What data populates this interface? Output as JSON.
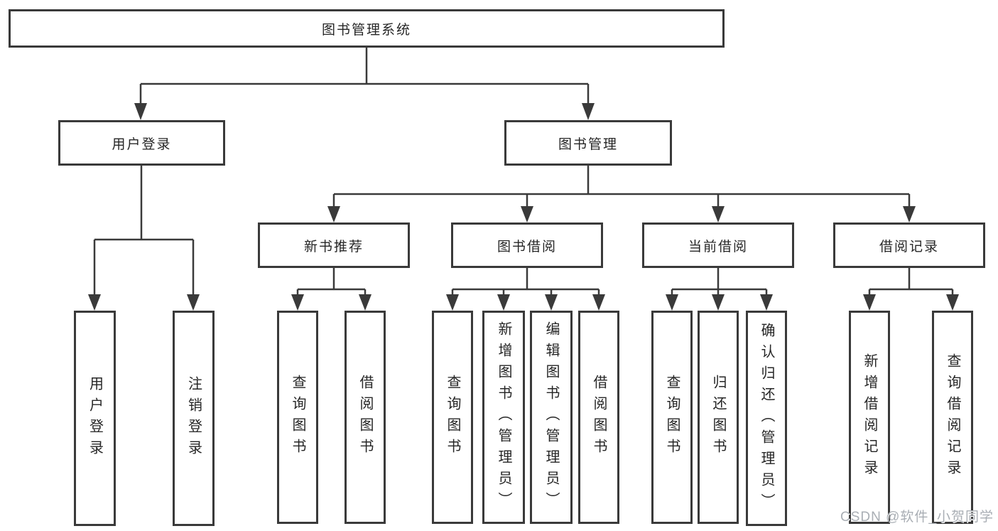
{
  "root": {
    "label": "图书管理系统"
  },
  "user": {
    "label": "用户登录",
    "children": [
      {
        "label": "用户登录"
      },
      {
        "label": "注销登录"
      }
    ]
  },
  "mgmt": {
    "label": "图书管理",
    "groups": [
      {
        "label": "新书推荐",
        "children": [
          {
            "label": "查询图书"
          },
          {
            "label": "借阅图书"
          }
        ]
      },
      {
        "label": "图书借阅",
        "children": [
          {
            "label": "查询图书"
          },
          {
            "label": "新增图书（管理员）"
          },
          {
            "label": "编辑图书（管理员）"
          },
          {
            "label": "借阅图书"
          }
        ]
      },
      {
        "label": "当前借阅",
        "children": [
          {
            "label": "查询图书"
          },
          {
            "label": "归还图书"
          },
          {
            "label": "确认归还（管理员）"
          }
        ]
      },
      {
        "label": "借阅记录",
        "children": [
          {
            "label": "新增借阅记录"
          },
          {
            "label": "查询借阅记录"
          }
        ]
      }
    ]
  },
  "watermark": "CSDN @软件_小贺同学",
  "colors": {
    "line": "#3a3a3a",
    "box_border": "#3a3a3a",
    "box_bg": "#ffffff",
    "text": "#262626",
    "watermark": "#a9aeb4"
  }
}
